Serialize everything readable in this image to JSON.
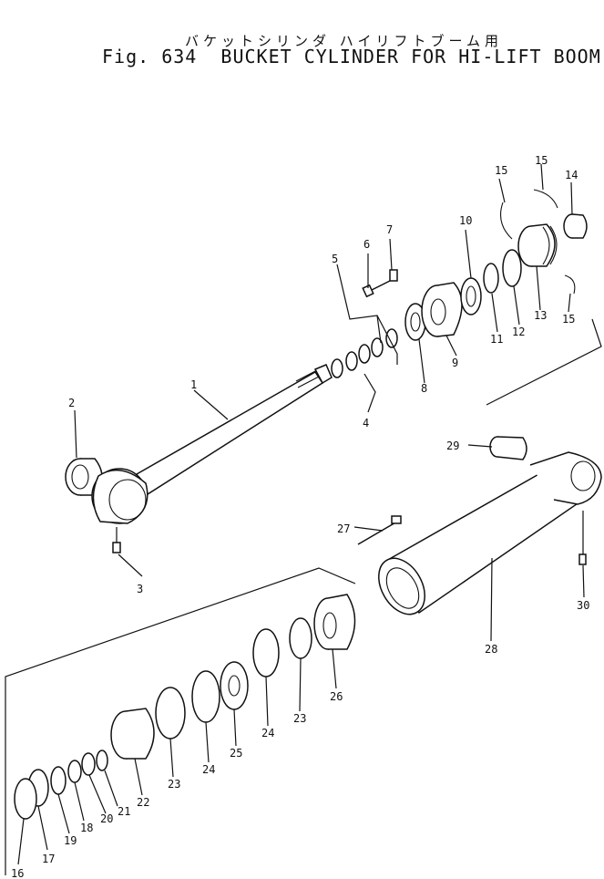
{
  "title": {
    "japanese": "バケットシリンダ ハイリフトブーム用",
    "figure_label": "Fig. 634",
    "english": "BUCKET CYLINDER FOR HI-LIFT BOOM"
  },
  "callouts": [
    "1",
    "2",
    "3",
    "4",
    "5",
    "6",
    "7",
    "8",
    "9",
    "10",
    "11",
    "12",
    "13",
    "14",
    "15",
    "15",
    "15",
    "16",
    "17",
    "18",
    "19",
    "20",
    "21",
    "22",
    "23",
    "23",
    "24",
    "24",
    "25",
    "26",
    "27",
    "28",
    "29",
    "30"
  ]
}
